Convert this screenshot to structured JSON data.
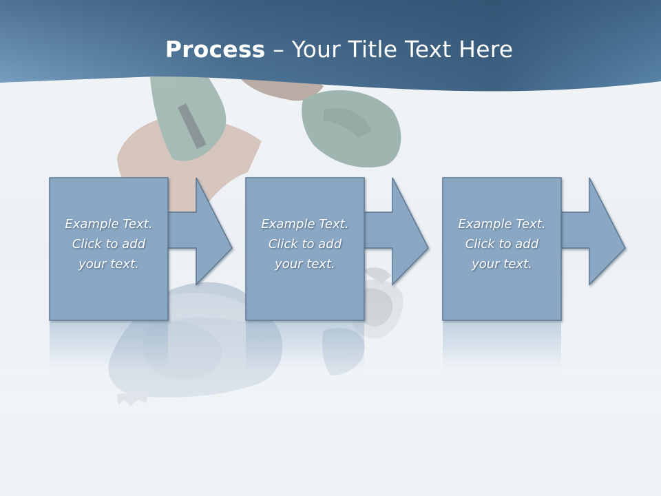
{
  "slide": {
    "title_strong": "Process",
    "title_rest": " – Your Title Text Here"
  },
  "process": {
    "steps": [
      {
        "line1": "Example Text.",
        "line2": "Click  to add",
        "line3": "your text."
      },
      {
        "line1": "Example Text.",
        "line2": "Click  to add",
        "line3": "your text."
      },
      {
        "line1": "Example Text.",
        "line2": "Click  to add",
        "line3": "your text."
      }
    ]
  },
  "colors": {
    "header": "#4a7294",
    "box_fill": "#8aa8c4",
    "box_border": "#5e7892",
    "text": "#ffffff",
    "background": "#eef2f6"
  }
}
